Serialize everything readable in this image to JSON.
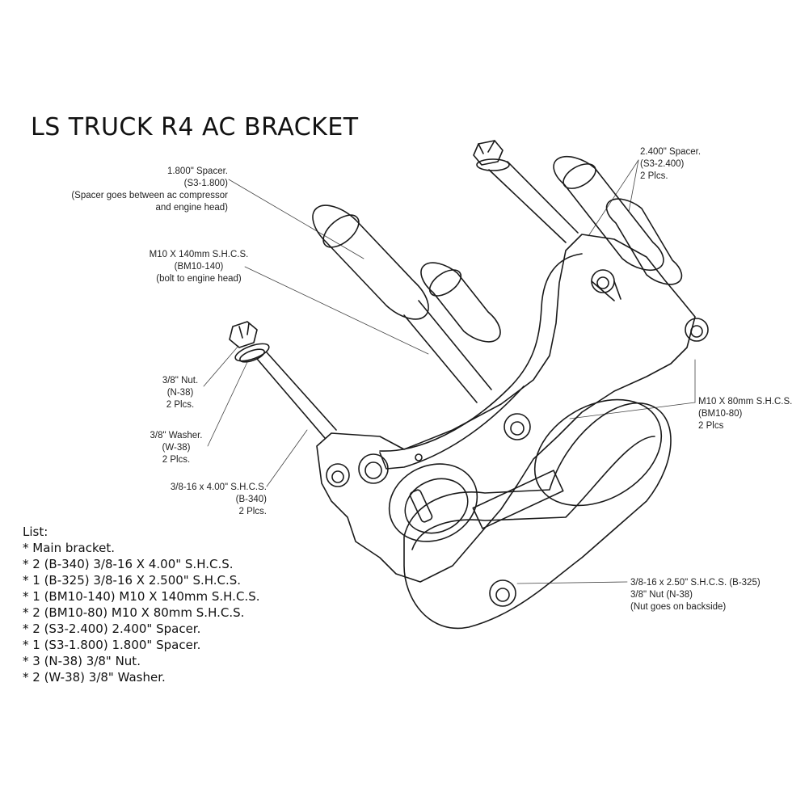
{
  "title": "LS TRUCK R4 AC BRACKET",
  "callouts": {
    "spacer_1800": [
      "1.800\" Spacer.",
      "(S3-1.800)",
      "(Spacer goes between ac compressor",
      "and engine head)"
    ],
    "spacer_2400": [
      "2.400\" Spacer.",
      "(S3-2.400)",
      "2 Plcs."
    ],
    "m10_140": [
      "M10 X 140mm S.H.C.S.",
      "(BM10-140)",
      "(bolt to engine head)"
    ],
    "nut": [
      "3/8\" Nut.",
      "(N-38)",
      "2 Plcs."
    ],
    "washer": [
      "3/8\" Washer.",
      "(W-38)",
      "2 Plcs."
    ],
    "b340": [
      "3/8-16 x 4.00\" S.H.C.S.",
      "(B-340)",
      "2 Plcs."
    ],
    "m10_80": [
      "M10 X 80mm S.H.C.S.",
      "(BM10-80)",
      "2 Plcs"
    ],
    "b325": [
      "3/8-16 x 2.50\" S.H.C.S. (B-325)",
      "3/8\" Nut (N-38)",
      "(Nut goes on backside)"
    ]
  },
  "parts_list": {
    "heading": "List:",
    "items": [
      "* Main bracket.",
      "* 2 (B-340) 3/8-16 X 4.00\" S.H.C.S.",
      "* 1 (B-325) 3/8-16 X 2.500\" S.H.C.S.",
      "* 1 (BM10-140) M10 X 140mm S.H.C.S.",
      "* 2 (BM10-80) M10 X 80mm S.H.C.S.",
      "* 2 (S3-2.400) 2.400\" Spacer.",
      "* 1 (S3-1.800) 1.800\" Spacer.",
      "* 3 (N-38) 3/8\" Nut.",
      "* 2 (W-38) 3/8\" Washer."
    ]
  },
  "colors": {
    "ink": "#1a1a1a",
    "paper": "#ffffff"
  }
}
